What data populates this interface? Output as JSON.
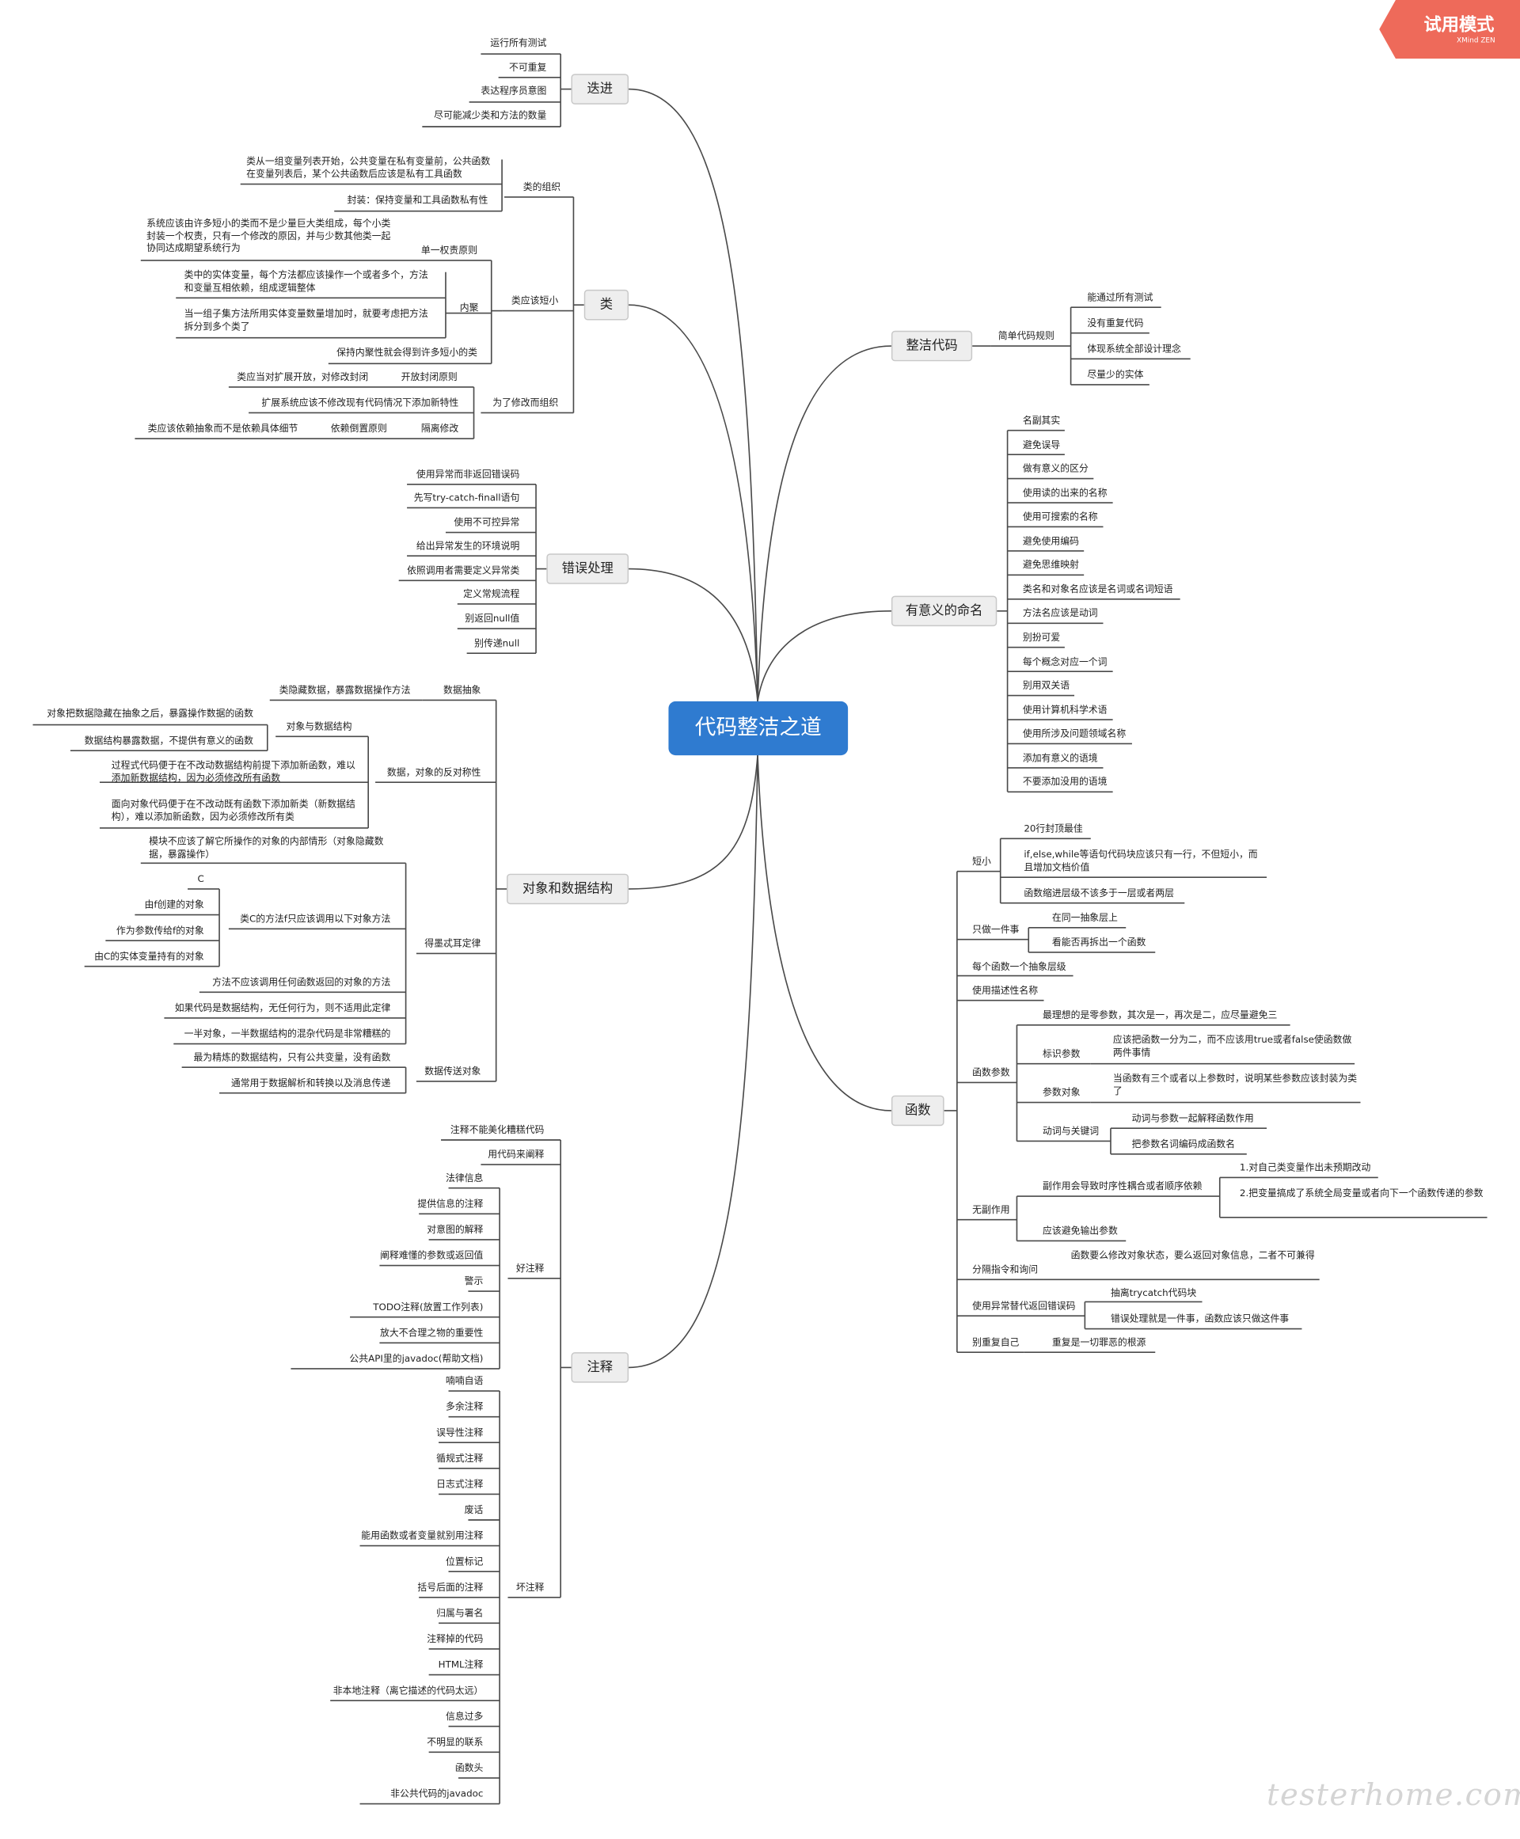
{
  "watermark": "testerhome.com",
  "badge": {
    "title": "试用模式",
    "sub": "XMind ZEN"
  },
  "root": "代码整洁之道",
  "main": {
    "xunjin": "迭进",
    "lei": "类",
    "cuowu": "错误处理",
    "duixiang": "对象和数据结构",
    "zhushi": "注释",
    "zhengjie": "整洁代码",
    "mingming": "有意义的命名",
    "hanshu": "函数"
  },
  "xunjin": [
    "运行所有测试",
    "不可重复",
    "表达程序员意图",
    "尽可能减少类和方法的数量"
  ],
  "lei": {
    "zuzhi": "类的组织",
    "zuzhi_items": [
      "类从一组变量列表开始，公共变量在私有变量前，公共函数在变量列表后，某个公共函数后应该是私有工具函数",
      "封装：保持变量和工具函数私有性"
    ],
    "duanxiao": "类应该短小",
    "dyzz": "单一权责原则",
    "dyzz_text": "系统应该由许多短小的类而不是少量巨大类组成，每个小类封装一个权责，只有一个修改的原因，并与少数其他类一起协同达成期望系统行为",
    "neiju": "内聚",
    "neiju_items": [
      "类中的实体变量，每个方法都应该操作一个或者多个，方法和变量互相依赖，组成逻辑整体",
      "当一组子集方法所用实体变量数量增加时，就要考虑把方法拆分到多个类了"
    ],
    "baochi": "保持内聚性就会得到许多短小的类",
    "xiugai": "为了修改而组织",
    "kaifang": "开放封闭原则",
    "kaifang_text": "类应当对扩展开放，对修改封闭",
    "kuozhan": "扩展系统应该不修改现有代码情况下添加新特性",
    "geli": "隔离修改",
    "yilai": "依赖倒置原则",
    "yilai_text": "类应该依赖抽象而不是依赖具体细节"
  },
  "cuowu": [
    "使用异常而非返回错误码",
    "先写try-catch-finall语句",
    "使用不可控异常",
    "给出异常发生的环境说明",
    "依照调用者需要定义异常类",
    "定义常规流程",
    "别返回null值",
    "别传递null"
  ],
  "duixiang": {
    "chouxiang": "数据抽象",
    "chouxiang_text": "类隐藏数据，暴露数据操作方法",
    "fanduichen": "数据，对象的反对称性",
    "dxsj": "对象与数据结构",
    "dxsj_items": [
      "对象把数据隐藏在抽象之后，暴露操作数据的函数",
      "数据结构暴露数据，不提供有意义的函数"
    ],
    "guocheng": "过程式代码便于在不改动数据结构前提下添加新函数，难以添加新数据结构，因为必须修改所有函数",
    "mianxiang": "面向对象代码便于在不改动既有函数下添加新类（新数据结构），难以添加新函数，因为必须修改所有类",
    "demeter": "得墨忒耳定律",
    "mokuai": "模块不应该了解它所操作的对象的内部情形（对象隐藏数据，暴露操作）",
    "leiC": "类C的方法f只应该调用以下对象方法",
    "leiC_items": [
      "C",
      "由f创建的对象",
      "作为参数传给f的对象",
      "由C的实体变量持有的对象"
    ],
    "demeter_items": [
      "方法不应该调用任何函数返回的对象的方法",
      "如果代码是数据结构，无任何行为，则不适用此定律",
      "一半对象，一半数据结构的混杂代码是非常糟糕的"
    ],
    "chuansong": "数据传送对象",
    "chuansong_items": [
      "最为精炼的数据结构，只有公共变量，没有函数",
      "通常用于数据解析和转换以及消息传递"
    ]
  },
  "zhushi": {
    "top": [
      "注释不能美化糟糕代码",
      "用代码来阐释"
    ],
    "hao": "好注释",
    "hao_items": [
      "法律信息",
      "提供信息的注释",
      "对意图的解释",
      "阐释难懂的参数或返回值",
      "警示",
      "TODO注释(放置工作列表)",
      "放大不合理之物的重要性",
      "公共API里的javadoc(帮助文档)"
    ],
    "huai": "坏注释",
    "huai_items": [
      "喃喃自语",
      "多余注释",
      "误导性注释",
      "循规式注释",
      "日志式注释",
      "废话",
      "能用函数或者变量就别用注释",
      "位置标记",
      "括号后面的注释",
      "归属与署名",
      "注释掉的代码",
      "HTML注释",
      "非本地注释（离它描述的代码太远）",
      "信息过多",
      "不明显的联系",
      "函数头",
      "非公共代码的javadoc"
    ]
  },
  "zhengjie": {
    "rule": "简单代码规则",
    "items": [
      "能通过所有测试",
      "没有重复代码",
      "体现系统全部设计理念",
      "尽量少的实体"
    ]
  },
  "mingming": [
    "名副其实",
    "避免误导",
    "做有意义的区分",
    "使用读的出来的名称",
    "使用可搜索的名称",
    "避免使用编码",
    "避免思维映射",
    "类名和对象名应该是名词或名词短语",
    "方法名应该是动词",
    "别扮可爱",
    "每个概念对应一个词",
    "别用双关语",
    "使用计算机科学术语",
    "使用所涉及问题领域名称",
    "添加有意义的语境",
    "不要添加没用的语境"
  ],
  "hanshu": {
    "duanxiao": "短小",
    "duanxiao_items": [
      "20行封顶最佳",
      "if,else,while等语句代码块应该只有一行，不但短小，而且增加文档价值",
      "函数缩进层级不该多于一层或者两层"
    ],
    "yijian": "只做一件事",
    "yijian_items": [
      "在同一抽象层上",
      "看能否再拆出一个函数"
    ],
    "meige": "每个函数一个抽象层级",
    "miaoshu": "使用描述性名称",
    "canshu": "函数参数",
    "canshu_best": "最理想的是零参数，其次是一，再次是二，应尽量避免三",
    "biaoshi": "标识参数",
    "biaoshi_text": "应该把函数一分为二，而不应该用true或者false使函数做两件事情",
    "canshuduixiang": "参数对象",
    "canshuduixiang_text": "当函数有三个或者以上参数时，说明某些参数应该封装为类了",
    "dongci": "动词与关键词",
    "dongci_items": [
      "动词与参数一起解释函数作用",
      "把参数名词编码成函数名"
    ],
    "wufu": "无副作用",
    "fuzuoyong": "副作用会导致时序性耦合或者顺序依赖",
    "fuzuoyong_items": [
      "1.对自己类变量作出未预期改动",
      "2.把变量搞成了系统全局变量或者向下一个函数传递的参数"
    ],
    "shuchu": "应该避免输出参数",
    "fenge": "分隔指令和询问",
    "fenge_text": "函数要么修改对象状态，要么返回对象信息，二者不可兼得",
    "yichang": "使用异常替代返回错误码",
    "yichang_items": [
      "抽离trycatch代码块",
      "错误处理就是一件事，函数应该只做这件事"
    ],
    "chongfu": "别重复自己",
    "chongfu_text": "重复是一切罪恶的根源"
  }
}
